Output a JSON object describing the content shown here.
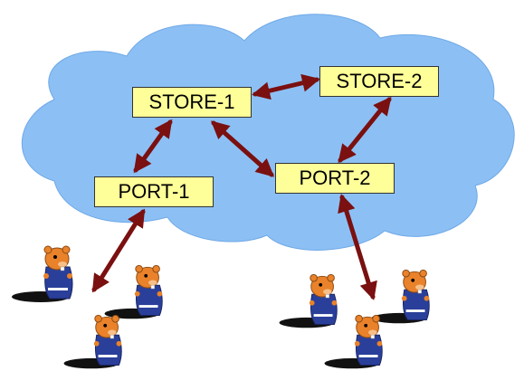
{
  "diagram": {
    "nodes": {
      "store_1": "STORE-1",
      "store_2": "STORE-2",
      "port_1": "PORT-1",
      "port_2": "PORT-2"
    },
    "edges": [
      {
        "from": "STORE-1",
        "to": "STORE-2",
        "direction": "bidirectional"
      },
      {
        "from": "STORE-1",
        "to": "PORT-1",
        "direction": "bidirectional"
      },
      {
        "from": "STORE-1",
        "to": "PORT-2",
        "direction": "bidirectional"
      },
      {
        "from": "STORE-2",
        "to": "PORT-2",
        "direction": "bidirectional"
      },
      {
        "from": "PORT-1",
        "to": "user-group-left",
        "direction": "bidirectional"
      },
      {
        "from": "PORT-2",
        "to": "user-group-right",
        "direction": "bidirectional"
      }
    ],
    "colors": {
      "cloud": "#8cc0f5",
      "node_fill": "#ffff99",
      "arrow": "#7a1010"
    },
    "icons": {
      "cloud": "network-cloud-icon",
      "user": "gopher-user-icon"
    }
  }
}
